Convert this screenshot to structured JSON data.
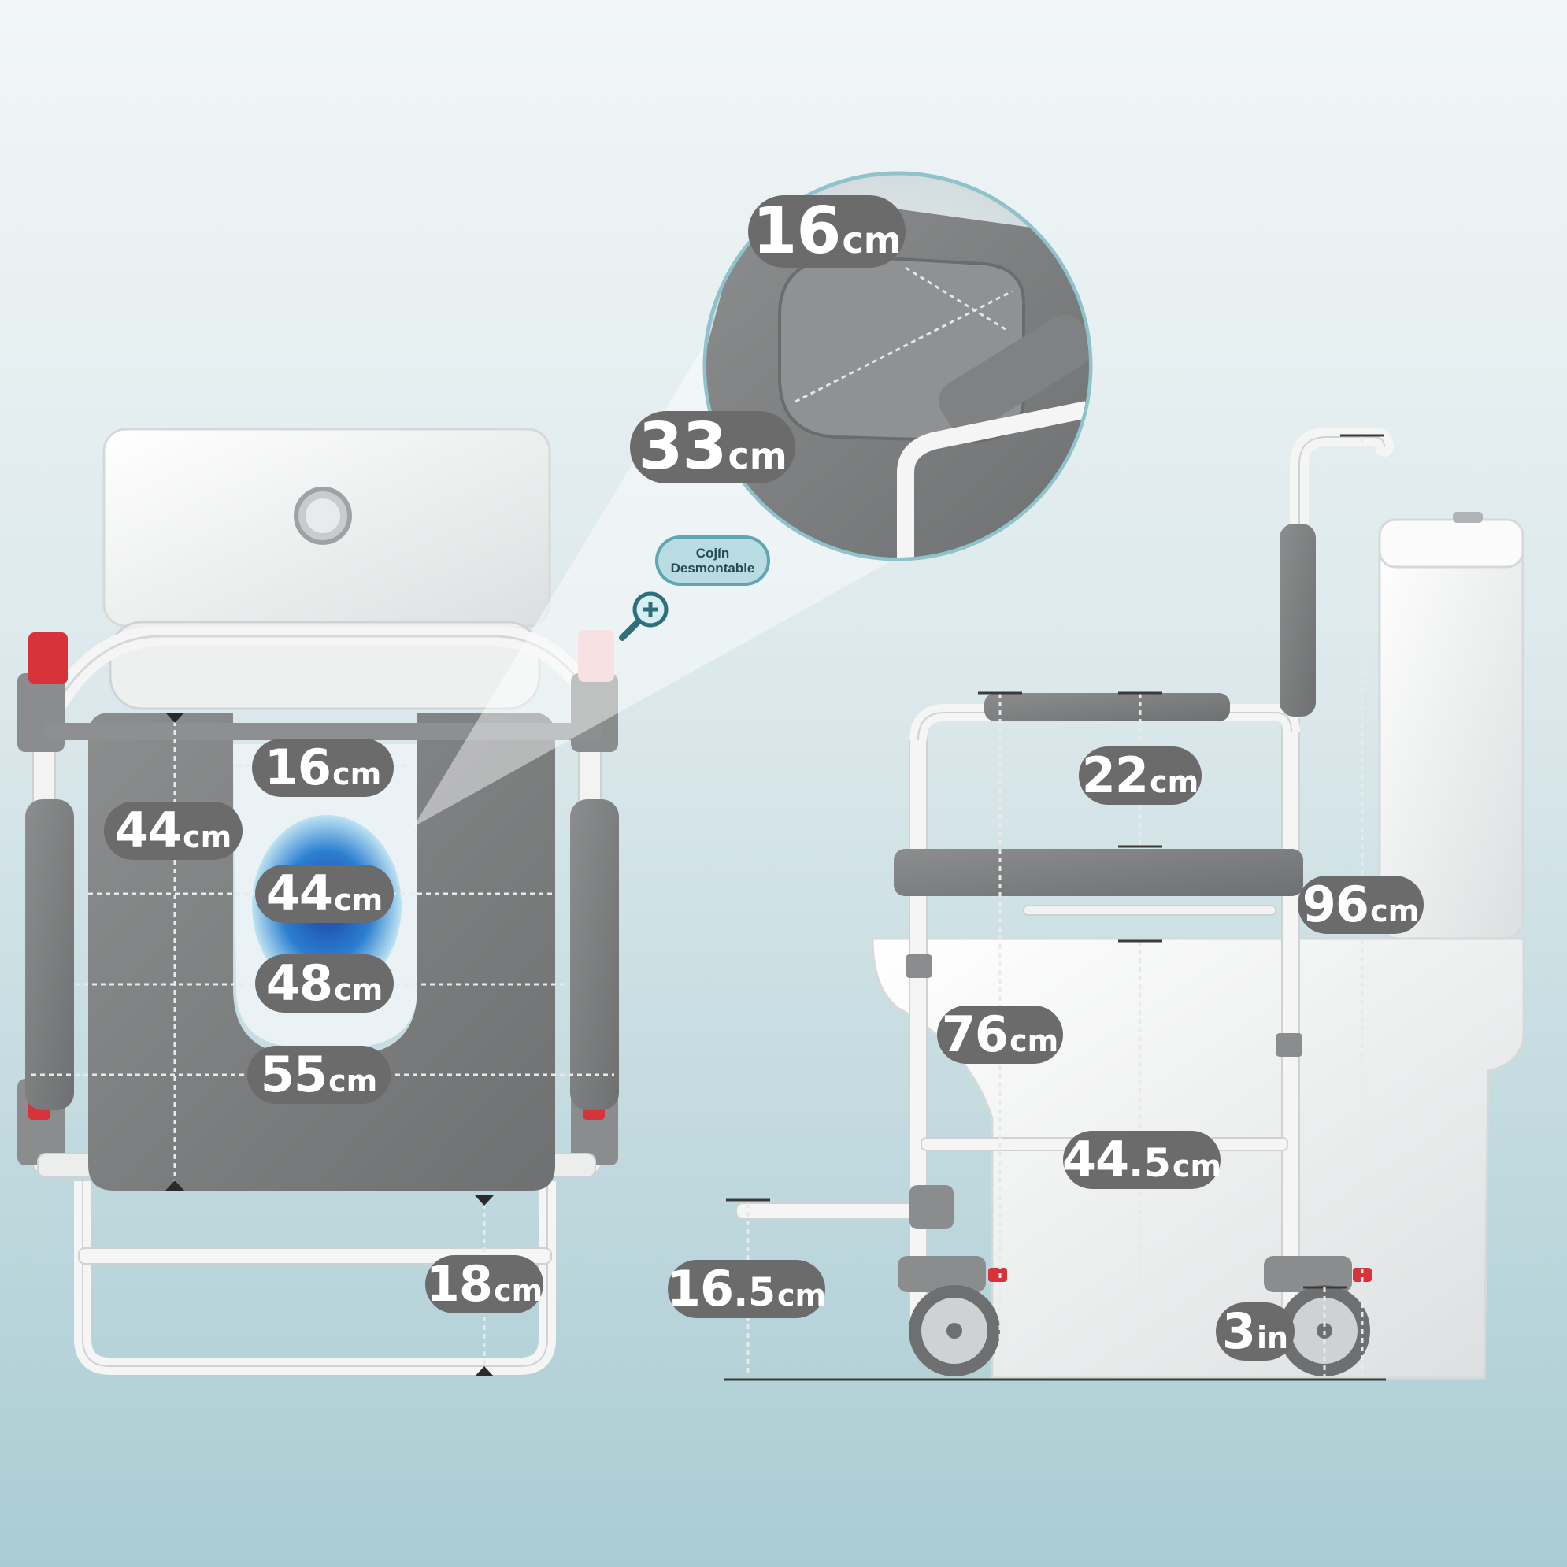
{
  "callout": {
    "line1": "Cojín",
    "line2": "Desmontable",
    "icon": "zoom-plus-icon"
  },
  "colors": {
    "label_bg": "#6b6b6b",
    "label_text": "#ffffff",
    "accent_teal": "#5fa6b2",
    "cushion_grey": "#7d7f80",
    "frame_white": "#f4f4f4",
    "brake_red": "#d8323a"
  },
  "dimensions": {
    "zoom_cushion_width": {
      "value": "16",
      "unit": "cm"
    },
    "zoom_cushion_length": {
      "value": "33",
      "unit": "cm"
    },
    "opening_width": {
      "value": "16",
      "unit": "cm"
    },
    "seat_depth": {
      "value": "44",
      "unit": "cm"
    },
    "inner_width": {
      "value": "44",
      "unit": "cm"
    },
    "seat_width": {
      "value": "48",
      "unit": "cm"
    },
    "overall_width": {
      "value": "55",
      "unit": "cm"
    },
    "leg_clearance": {
      "value": "18",
      "unit": "cm"
    },
    "armrest_height": {
      "value": "22",
      "unit": "cm"
    },
    "overall_height": {
      "value": "96",
      "unit": "cm"
    },
    "arm_height": {
      "value": "76",
      "unit": "cm"
    },
    "seat_height": {
      "value": "44",
      "decimal": ".5",
      "unit": "cm"
    },
    "footrest_height": {
      "value": "16",
      "decimal": ".5",
      "unit": "cm"
    },
    "wheel_size": {
      "value": "3",
      "unit": "in"
    }
  }
}
